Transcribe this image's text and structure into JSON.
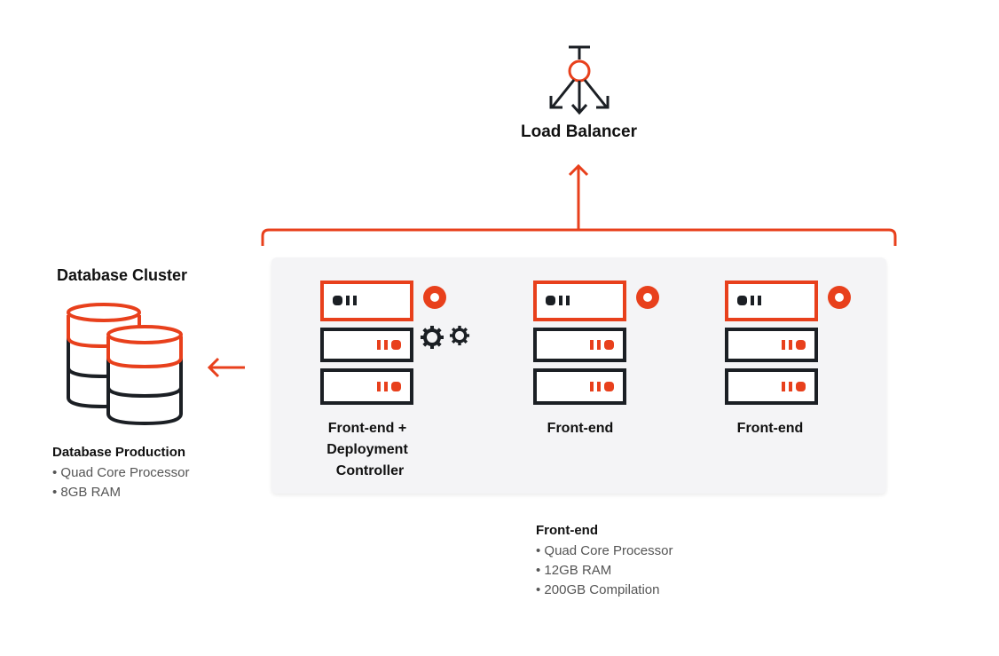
{
  "load_balancer": {
    "label": "Load Balancer"
  },
  "database": {
    "cluster_label": "Database Cluster",
    "spec_title": "Database Production",
    "specs": [
      "• Quad Core Processor",
      "• 8GB RAM"
    ]
  },
  "servers": [
    {
      "label_lines": [
        "Front-end +",
        "Deployment",
        "Controller"
      ]
    },
    {
      "label_lines": [
        "Front-end"
      ]
    },
    {
      "label_lines": [
        "Front-end"
      ]
    }
  ],
  "frontend_spec": {
    "title": "Front-end",
    "specs": [
      "• Quad Core Processor",
      "• 12GB RAM",
      "• 200GB Compilation"
    ]
  },
  "colors": {
    "accent": "#e8401c",
    "dark": "#1b1f24",
    "panel": "#f4f4f6"
  },
  "icons": [
    "load-balancer-icon",
    "database-icon",
    "server-icon",
    "gears-icon",
    "arrow-left-icon",
    "arrow-up-icon"
  ]
}
